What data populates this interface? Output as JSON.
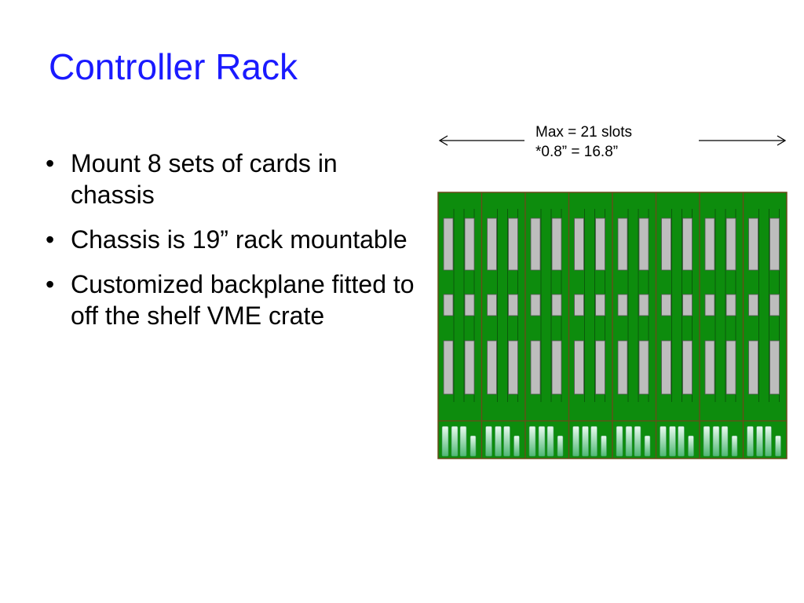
{
  "slide": {
    "title": "Controller Rack",
    "bullet_marker": "•",
    "bullets": [
      "Mount 8 sets of cards in chassis",
      "Chassis is 19” rack mountable",
      "Customized backplane fitted to off the shelf VME crate"
    ]
  },
  "diagram": {
    "dimension_label_line1": "Max = 21 slots",
    "dimension_label_line2": "*0.8” = 16.8”",
    "card_set_count": 8,
    "colors": {
      "board_green": "#0d8c0d",
      "divider_brown": "#6b4a1a",
      "card_gray": "#bdbdbd",
      "led_light": "#eafaf0",
      "led_dark": "#4fb874",
      "title_blue": "#1a1aff"
    }
  }
}
